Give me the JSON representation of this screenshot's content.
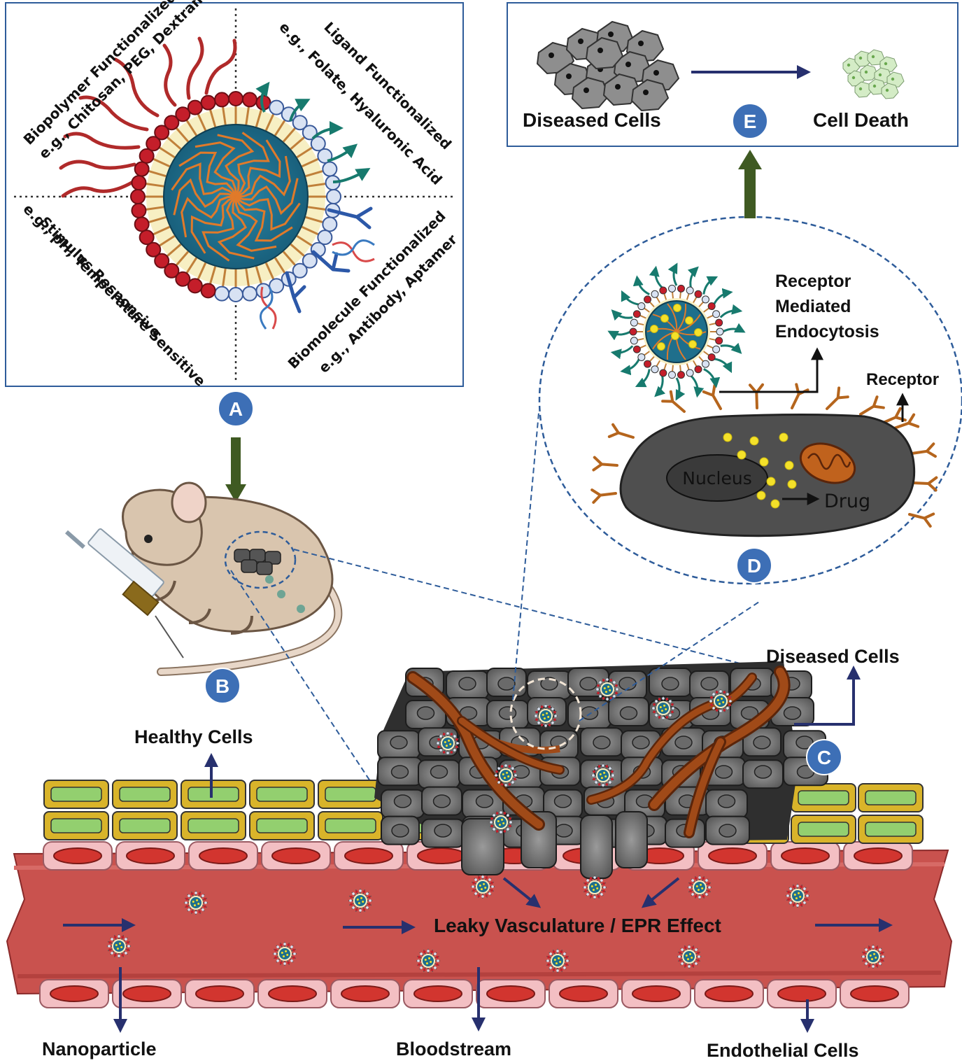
{
  "panel_a": {
    "badge": "A",
    "biopolymer_title": "Biopolymer Functionalized",
    "biopolymer_examples": "e.g., Chitosan, PEG, Dextran",
    "ligand_title": "Ligand Functionalized",
    "ligand_examples": "e.g., Folate, Hyaluronic Acid",
    "stimulus_title": "Stimulus Responsive",
    "stimulus_examples": "e.g., pH, Temperature Sensitive",
    "biomolecule_title": "Biomolecule  Functionalized",
    "biomolecule_examples": "e.g., Antibody, Aptamer"
  },
  "panel_b": {
    "badge": "B"
  },
  "panel_c": {
    "badge": "C",
    "diseased_cells": "Diseased Cells",
    "healthy_cells": "Healthy Cells",
    "leaky": "Leaky Vasculature / EPR Effect",
    "nanoparticle": "Nanoparticle",
    "bloodstream": "Bloodstream",
    "endothelial": "Endothelial Cells"
  },
  "panel_d": {
    "badge": "D",
    "rme_line1": "Receptor",
    "rme_line2": "Mediated",
    "rme_line3": "Endocytosis",
    "receptor": "Receptor",
    "nucleus": "Nucleus",
    "drug": "Drug"
  },
  "panel_e": {
    "badge": "E",
    "diseased_cells": "Diseased Cells",
    "cell_death": "Cell Death"
  },
  "colors": {
    "badge_blue": "#3d6fb6",
    "arrow_navy": "#27306e",
    "arrow_green": "#3f5a22",
    "vessel_red": "#c9524e",
    "endothelial_pink": "#f3bfc3",
    "healthy_yellow": "#d9b42a",
    "healthy_green": "#93cf6f",
    "tumor_gray": "#4a4a4a",
    "vein_brown": "#8a3f13",
    "np_core": "#1f6f8c",
    "frame_blue": "#2e5c9a"
  }
}
